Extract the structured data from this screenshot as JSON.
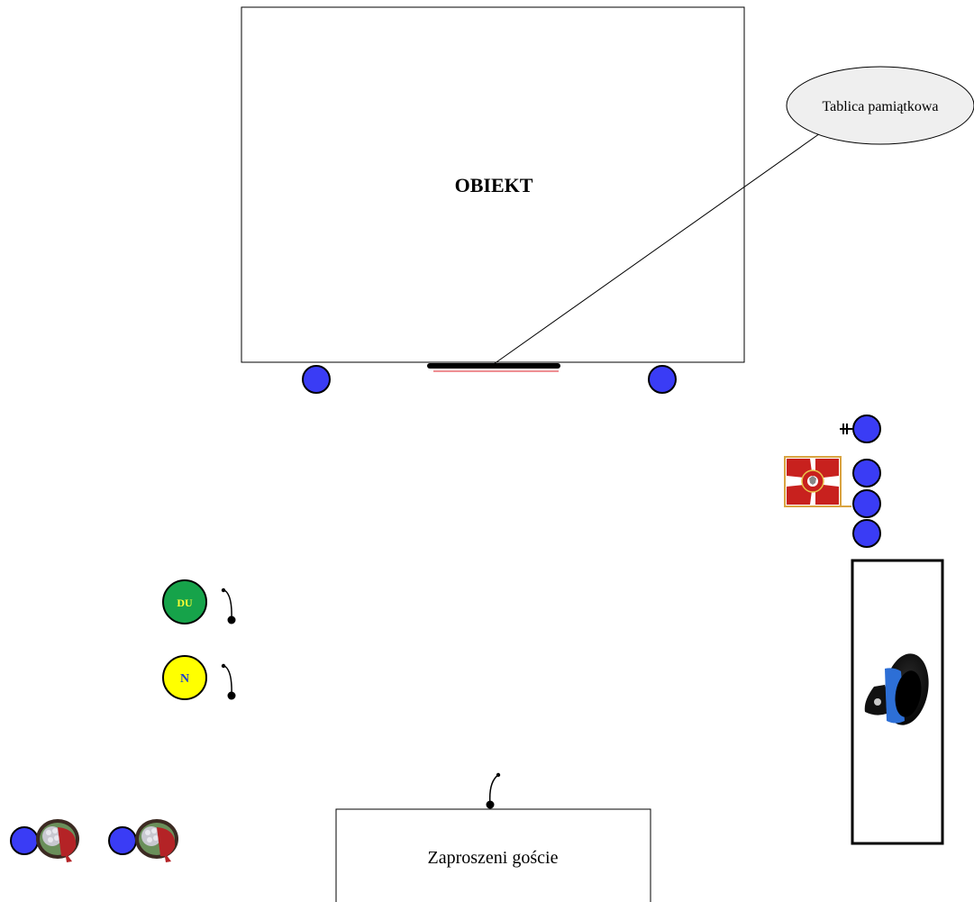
{
  "building": {
    "label": "OBIEKT"
  },
  "plaque": {
    "callout_label": "Tablica pamiątkowa"
  },
  "guests": {
    "label": "Zaproszeni goście"
  },
  "markers": {
    "du_label": "DU",
    "n_label": "N"
  },
  "icons": {
    "person": "blue-circle-person",
    "microphone": "microphone-icon",
    "flag": "military-flag-icon",
    "cap": "officer-cap-icon",
    "wreath": "wreath-icon",
    "sword": "sabre-icon"
  },
  "colors": {
    "person_fill": "#3a3cf5",
    "du_fill": "#16a34a",
    "du_text": "#ffff33",
    "n_fill": "#ffff00",
    "n_text": "#1d3fd0",
    "callout_fill": "#efefef",
    "flag_red": "#c8211e"
  }
}
